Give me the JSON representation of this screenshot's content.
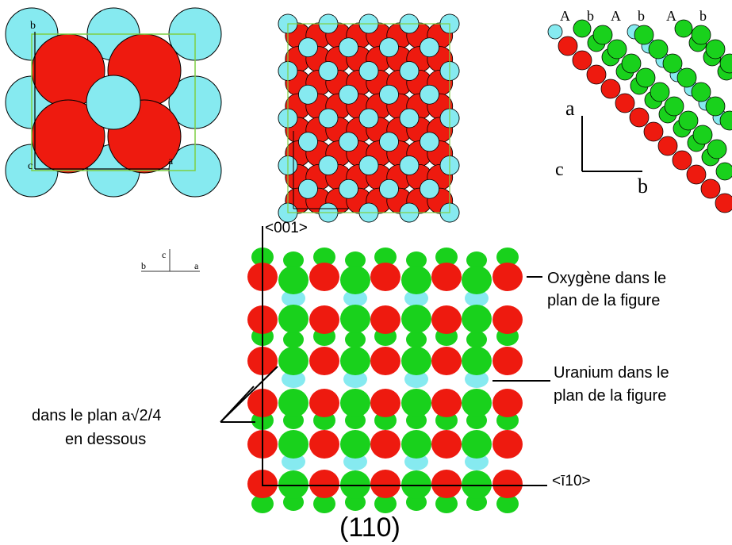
{
  "colors": {
    "oxygen_in_plane": "#ee1a0f",
    "oxygen_below": "#19d11c",
    "uranium": "#86eaf0",
    "cell_outline": "#7ecf42",
    "line": "#000000"
  },
  "panel1": {
    "axis_b": "b",
    "axis_c": "c",
    "axis_a": "a"
  },
  "panel3": {
    "stack_labels": [
      "A",
      "b",
      "A",
      "b",
      "A",
      "b"
    ],
    "axis_a": "a",
    "axis_c": "c",
    "axis_b": "b"
  },
  "axes_small": {
    "c": "c",
    "b": "b",
    "a": "a"
  },
  "main": {
    "vertical_axis": "<001>",
    "horizontal_axis": "<ī10>",
    "plane": "(110)"
  },
  "legend": {
    "oxygen_line1": "Oxygène dans le",
    "oxygen_line2": "plan de la figure",
    "uranium_line1": "Uranium dans le",
    "uranium_line2": "plan de la figure",
    "below_line1": "dans le plan a√2/4",
    "below_line2": "en dessous"
  }
}
